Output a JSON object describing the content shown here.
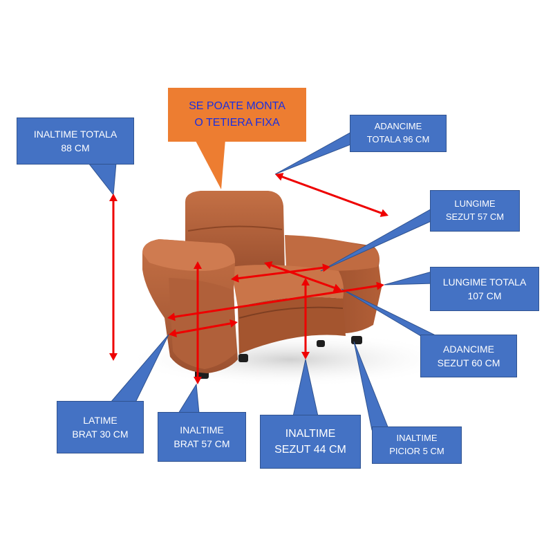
{
  "colors": {
    "callout_fill": "#4472c4",
    "callout_text": "#ffffff",
    "note_fill": "#ed7d31",
    "note_text": "#1a2fe0",
    "arrow": "#ee0000",
    "upholstery": "#b9653a"
  },
  "icons": {
    "chair": "armchair-illustration"
  },
  "note": {
    "line1": "SE POATE MONTA",
    "line2": "O TETIERA FIXA"
  },
  "callouts": {
    "inaltime_totala": {
      "line1": "INALTIME TOTALA",
      "line2": "88 CM"
    },
    "adancime_totala": {
      "line1": "ADANCIME",
      "line2": "TOTALA 96 CM"
    },
    "lungime_sezut": {
      "line1": "LUNGIME",
      "line2": "SEZUT 57 CM"
    },
    "lungime_totala": {
      "line1": "LUNGIME TOTALA",
      "line2": "107 CM"
    },
    "adancime_sezut": {
      "line1": "ADANCIME",
      "line2": "SEZUT 60 CM"
    },
    "latime_brat": {
      "line1": "LATIME",
      "line2": "BRAT 30 CM"
    },
    "inaltime_brat": {
      "line1": "INALTIME",
      "line2": "BRAT 57 CM"
    },
    "inaltime_sezut": {
      "line1": "INALTIME",
      "line2": "SEZUT 44 CM"
    },
    "inaltime_picior": {
      "line1": "INALTIME",
      "line2": "PICIOR 5 CM"
    }
  }
}
